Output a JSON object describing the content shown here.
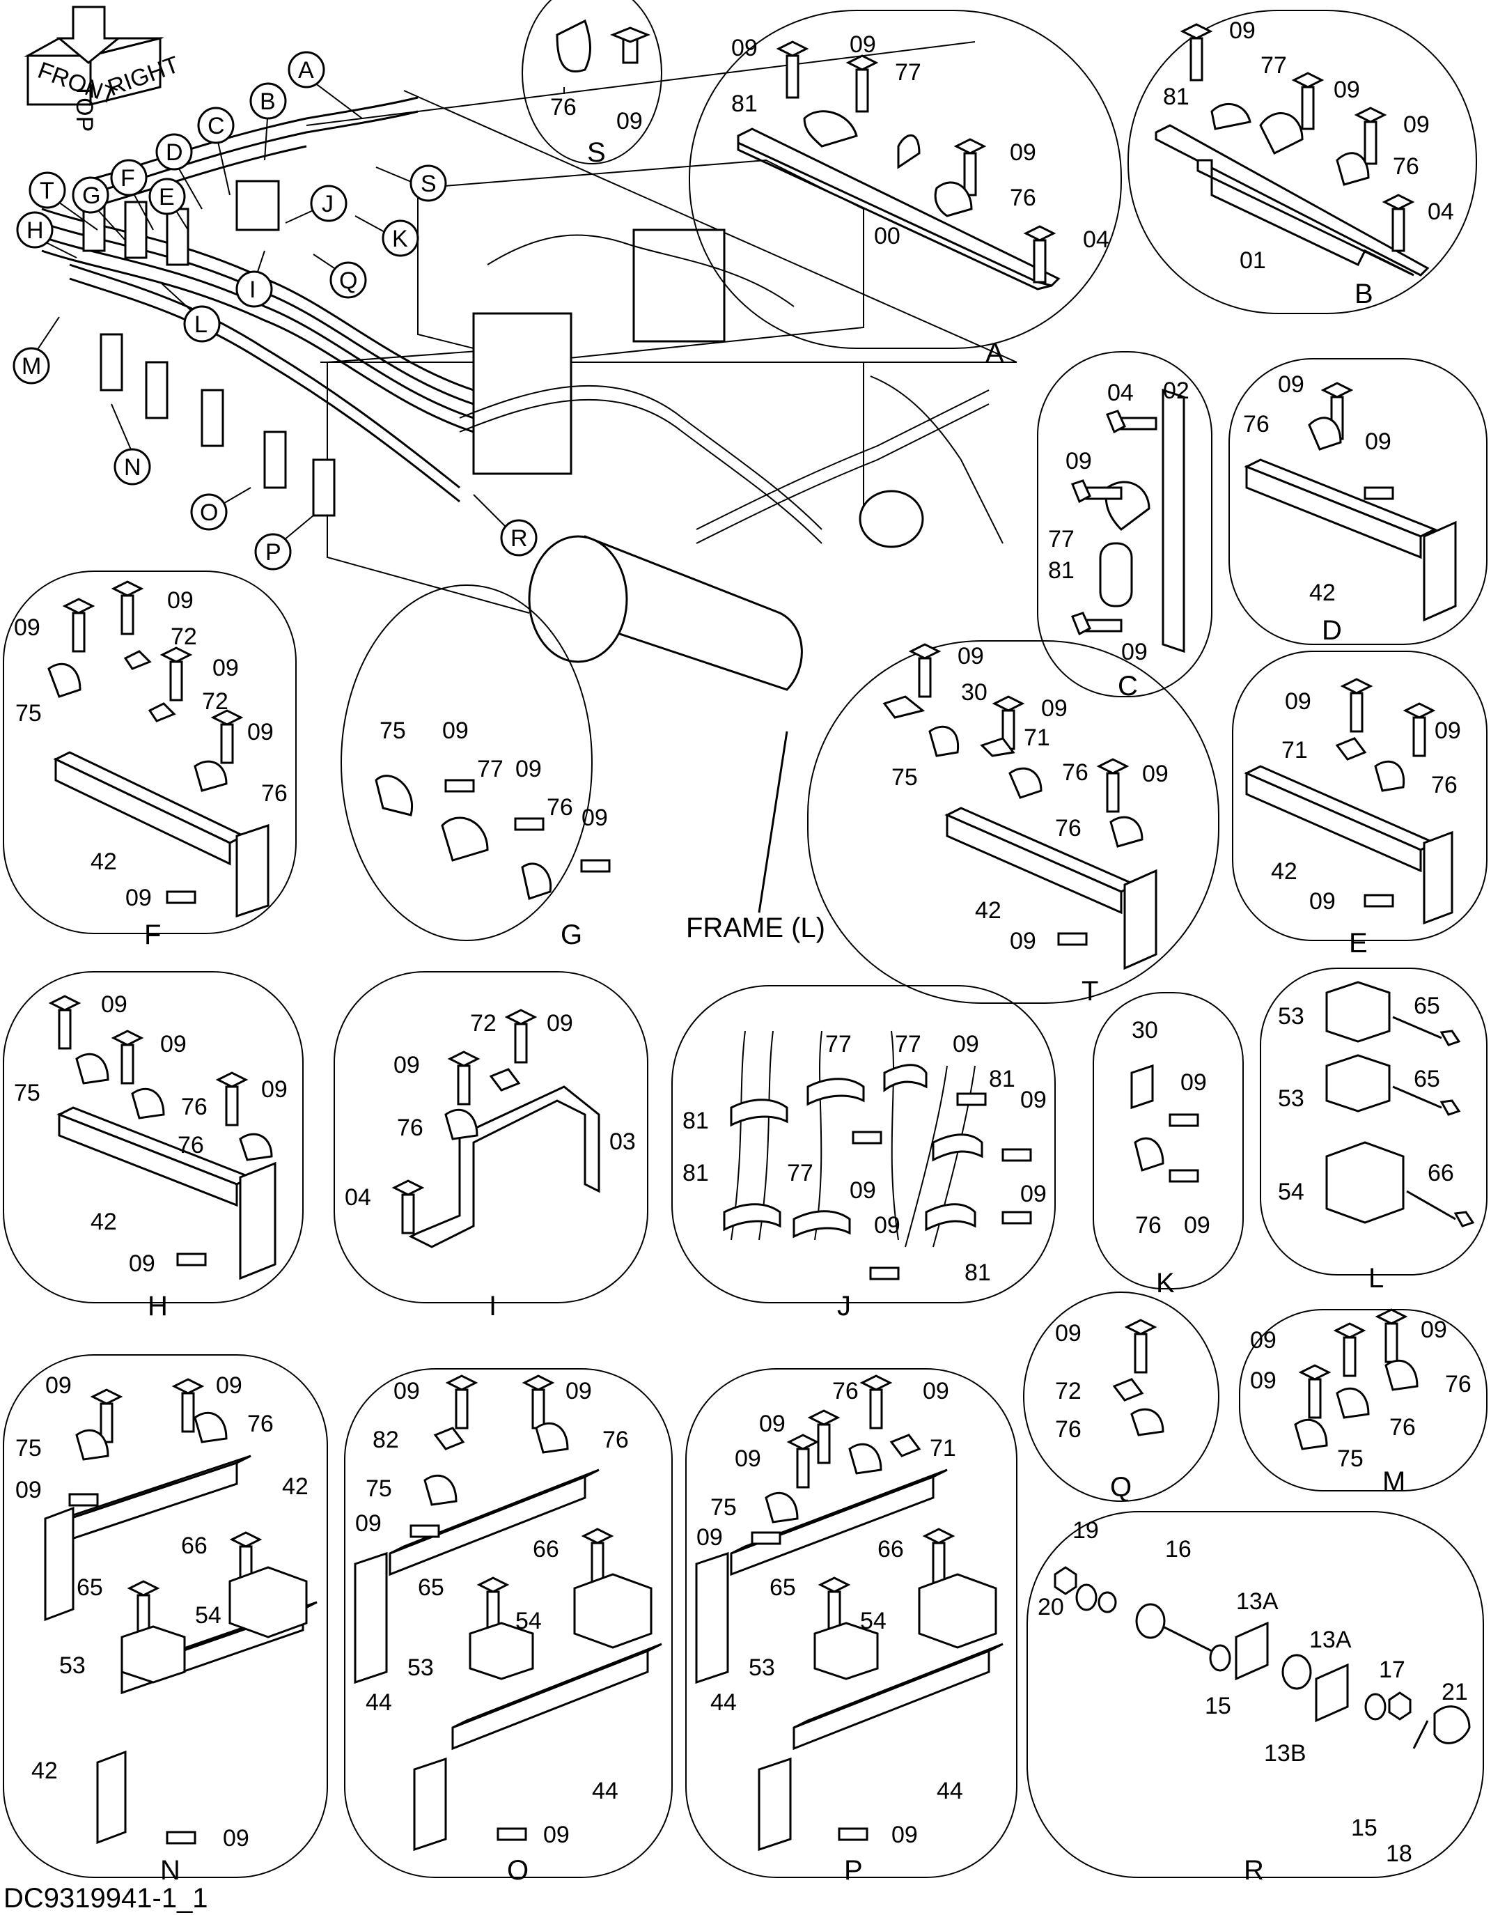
{
  "doc_code": "DC9319941-1_1",
  "orientation": {
    "left": "FRONT",
    "top": "TOP",
    "right": "RIGHT",
    "up": "TOP"
  },
  "frame_label": "FRAME  (L)",
  "overview_callouts": [
    "A",
    "B",
    "C",
    "D",
    "E",
    "F",
    "G",
    "H",
    "I",
    "J",
    "K",
    "L",
    "M",
    "N",
    "O",
    "P",
    "Q",
    "R",
    "S",
    "T"
  ],
  "details": {
    "A": {
      "title": "A",
      "labels": [
        "09",
        "09",
        "77",
        "81",
        "09",
        "76",
        "04",
        "00"
      ]
    },
    "B": {
      "title": "B",
      "labels": [
        "09",
        "77",
        "81",
        "09",
        "09",
        "76",
        "04",
        "01"
      ]
    },
    "C": {
      "title": "C",
      "labels": [
        "02",
        "04",
        "09",
        "77",
        "81",
        "09"
      ]
    },
    "D": {
      "title": "D",
      "labels": [
        "09",
        "76",
        "09",
        "42"
      ]
    },
    "E": {
      "title": "E",
      "labels": [
        "09",
        "09",
        "71",
        "76",
        "42",
        "09"
      ]
    },
    "F": {
      "title": "F",
      "labels": [
        "09",
        "09",
        "72",
        "09",
        "72",
        "75",
        "09",
        "76",
        "42",
        "09"
      ]
    },
    "G": {
      "title": "G",
      "labels": [
        "75",
        "09",
        "77",
        "09",
        "76",
        "09"
      ]
    },
    "H": {
      "title": "H",
      "labels": [
        "09",
        "09",
        "75",
        "76",
        "09",
        "76",
        "42",
        "09"
      ]
    },
    "I": {
      "title": "I",
      "labels": [
        "72",
        "09",
        "09",
        "76",
        "03",
        "04"
      ]
    },
    "J": {
      "title": "J",
      "labels": [
        "77",
        "77",
        "09",
        "81",
        "81",
        "09",
        "09",
        "81",
        "77",
        "09",
        "09",
        "81"
      ]
    },
    "K": {
      "title": "K",
      "labels": [
        "30",
        "09",
        "76",
        "09"
      ]
    },
    "L": {
      "title": "L",
      "labels": [
        "53",
        "65",
        "53",
        "65",
        "54",
        "66"
      ]
    },
    "M": {
      "title": "M",
      "labels": [
        "09",
        "09",
        "09",
        "76",
        "76",
        "75"
      ]
    },
    "N": {
      "title": "N",
      "labels": [
        "09",
        "09",
        "76",
        "75",
        "42",
        "09",
        "66",
        "65",
        "54",
        "53",
        "42",
        "09"
      ]
    },
    "O": {
      "title": "O",
      "labels": [
        "09",
        "09",
        "82",
        "76",
        "75",
        "09",
        "66",
        "65",
        "54",
        "53",
        "44",
        "44",
        "09"
      ]
    },
    "P": {
      "title": "P",
      "labels": [
        "09",
        "76",
        "09",
        "71",
        "09",
        "75",
        "09",
        "66",
        "65",
        "54",
        "53",
        "44",
        "44",
        "09"
      ]
    },
    "Q": {
      "title": "Q",
      "labels": [
        "09",
        "72",
        "76"
      ]
    },
    "R": {
      "title": "R",
      "labels": [
        "19",
        "16",
        "20",
        "13A",
        "13A",
        "15",
        "13B",
        "17",
        "21",
        "15",
        "18"
      ]
    },
    "S": {
      "title": "S",
      "labels": [
        "76",
        "09"
      ]
    },
    "T": {
      "title": "T",
      "labels": [
        "09",
        "30",
        "09",
        "71",
        "76",
        "09",
        "75",
        "76",
        "42",
        "09"
      ]
    }
  }
}
